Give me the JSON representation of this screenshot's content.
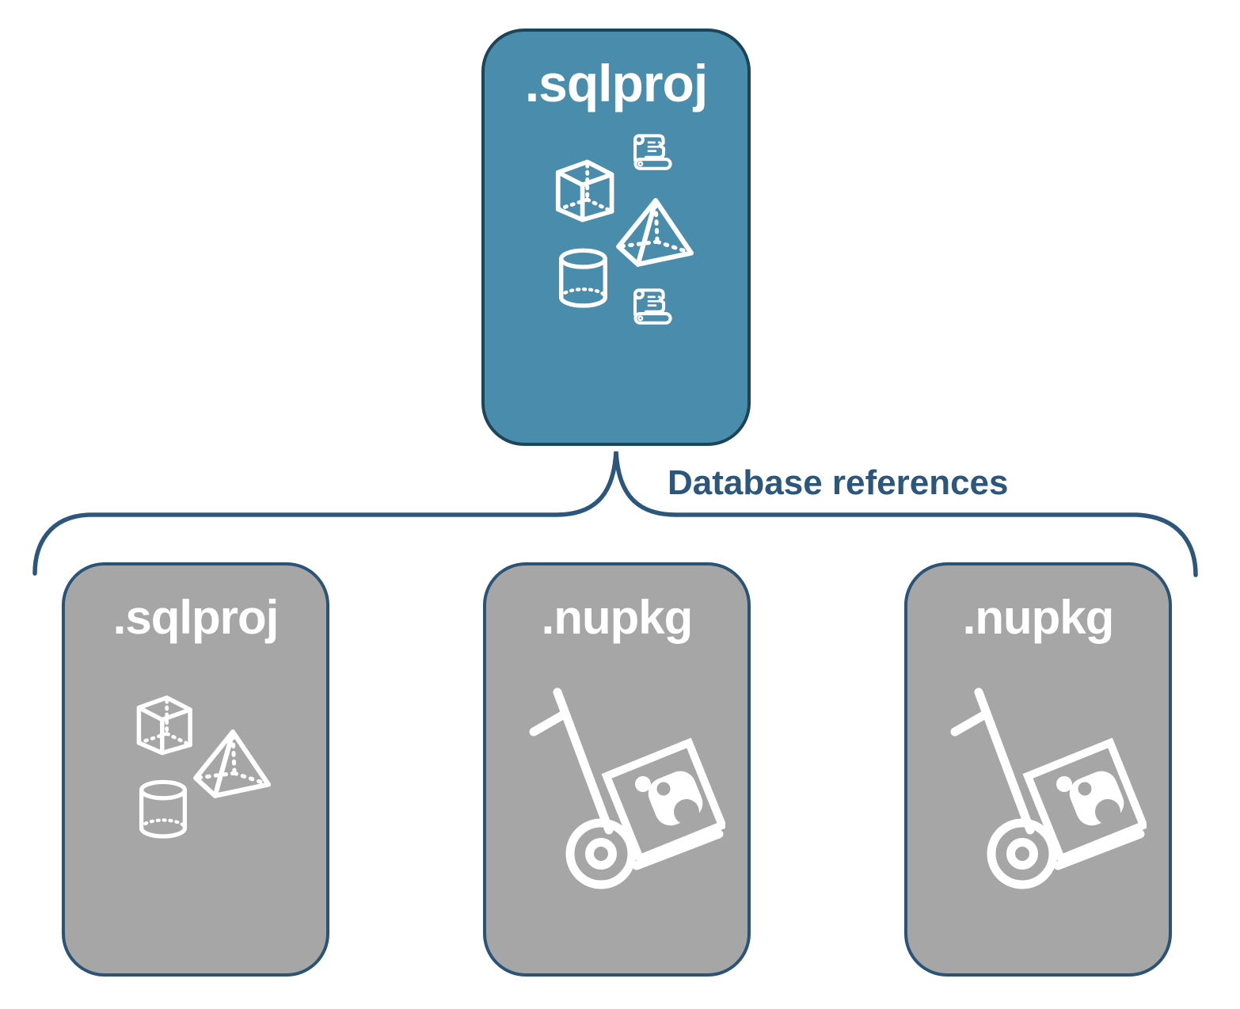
{
  "diagram": {
    "root_card": {
      "label": ".sqlproj",
      "icons": [
        "script-scroll-icon",
        "cube-icon",
        "pyramid-icon",
        "cylinder-icon",
        "script-scroll-icon"
      ]
    },
    "connector_label": "Database references",
    "child_cards": [
      {
        "label": ".sqlproj",
        "icons": [
          "cube-icon",
          "pyramid-icon",
          "cylinder-icon"
        ]
      },
      {
        "label": ".nupkg",
        "icons": [
          "handtruck-package-icon"
        ]
      },
      {
        "label": ".nupkg",
        "icons": [
          "handtruck-package-icon"
        ]
      }
    ],
    "colors": {
      "primary_fill": "#4A8CAB",
      "primary_border": "#1D4559",
      "secondary_fill": "#A6A6A6",
      "secondary_border": "#2B5377",
      "connector": "#2C567C",
      "icon": "#FFFFFF"
    }
  }
}
